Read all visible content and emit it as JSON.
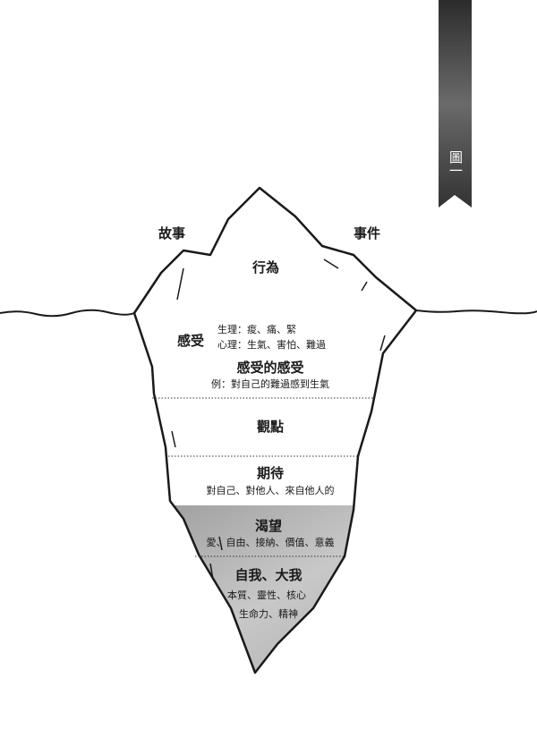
{
  "figure_label": "圖一",
  "above_water": {
    "left": "故事",
    "right": "事件",
    "tip": "行為"
  },
  "layers": {
    "feelings": {
      "title": "感受",
      "physical": "生理：痠、痛、緊",
      "mental": "心理：生氣、害怕、難過"
    },
    "feelings_about_feelings": {
      "title": "感受的感受",
      "example": "例：對自己的難過感到生氣"
    },
    "perceptions": {
      "title": "觀點"
    },
    "expectations": {
      "title": "期待",
      "desc": "對自己、對他人、來自他人的"
    },
    "yearnings": {
      "title": "渴望",
      "desc": "愛、自由、接納、價值、意義"
    },
    "self": {
      "title": "自我、大我",
      "line1": "本質、靈性、核心",
      "line2": "生命力、精神"
    }
  },
  "colors": {
    "ribbon": "#3a3a3a",
    "deep": "#b8b8b8",
    "line": "#1a1a1a"
  }
}
